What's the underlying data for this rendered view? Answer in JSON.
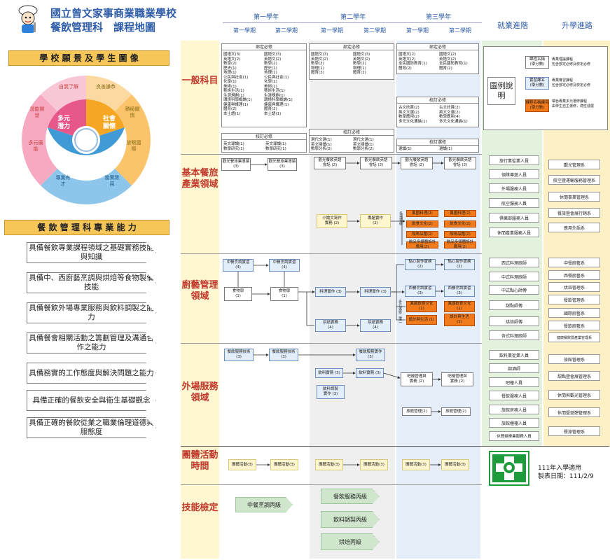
{
  "header": {
    "school": "國立曾文家事商業職業學校",
    "dept": "餐飲管理科　課程地圖",
    "years": [
      "第一學年",
      "第二學年",
      "第三學年"
    ],
    "semesters": [
      "第一學期",
      "第二學期",
      "第一學期",
      "第二學期",
      "第一學期",
      "第二學期"
    ],
    "career": "就業進階",
    "further": "升學進路"
  },
  "vision": {
    "title": "學 校 願 景 及 學 生 圖 像",
    "outer": [
      "自我了解",
      "良善謙恭",
      "積極關懷",
      "放眼國際",
      "務實致用",
      "專業有才",
      "多元展能",
      "潛能開發"
    ],
    "inner": [
      "多元潛力",
      "社會關懷",
      "專業務實"
    ]
  },
  "competency": {
    "title": "餐 飲 管 理 科 專 業 能 力",
    "items": [
      "具備餐飲專業課程領域之基礎實務技能與知識",
      "具備中、西廚藝烹調與烘焙等食物製備技能",
      "具備餐飲外場專業服務與飲料調製之能力",
      "具備餐會相關活動之籌劃管理及溝通合作之能力",
      "具備務實的工作態度與解決問題之能力",
      "具備正確的餐飲安全與衛生基礎觀念",
      "具備正確的餐飲從業之職業倫理道德與服態度"
    ]
  },
  "domains": [
    "一般科目",
    "基本餐旅產業領域",
    "廚藝管理領域",
    "外場服務領域",
    "團體活動時間",
    "技能檢定"
  ],
  "general": {
    "dept_req": "部定必修",
    "school_req": "校訂必修",
    "school_elec": "校訂選修",
    "y1": "國語文(3)\n英語文(2)\n數學(2)\n歷史(1)\n地理(1)\n公民與社會(1)\n化學(1)\n美術(1)\n藝術生活(1)\n生涯規劃(1)\n環境科學概論(1)\n健康與護理(1)\n體育(2)\n本土語(1)",
    "y1b": "國語文(3)\n英語文(2)\n數學(2)\n歷史(1)\n地理(1)\n公民與社會(1)\n化學(1)\n美術(1)\n藝術生活(1)\n生涯規劃(1)\n環境科學概論(1)\n健康與護理(1)\n體育(2)\n本土語(1)",
    "y1s": "英文導讀(1)\n數學研究(1)",
    "y1sb": "英文導讀(1)\n數學研究(1)",
    "y2": "國語文(3)\n英語文(2)\n數學(2)\n物理(1)\n體育(2)",
    "y2b": "國語文(3)\n英語文(2)\n數學(2)\n物理(1)\n體育(2)",
    "y2s": "現代文選(1)\n英文閱讀(1)\n數學分析(2)",
    "y2sb": "現代文選(1)\n英文閱讀(1)\n數學分析(2)",
    "y3": "國語文(2)\n英語文(2)\n全民國防教育(1)\n體育(2)",
    "y3b": "國語文(2)\n英語文(2)\n全民國防教育(1)\n體育(2)",
    "y3s": "古文欣賞(2)\n英文文選(2)\n數學應用(2)\n多元文化通論(1)",
    "y3sb": "古文欣賞(2)\n英文文選(2)\n數學應用(4)\n多元文化通論(1)",
    "y3e": "選讀(1)",
    "y3eb": "選讀(1)"
  },
  "legend": {
    "title": "圖例說明",
    "l1": "課程名稱\n(學分數)",
    "d1": "專業理論課程\n包含部定必修及校定必修",
    "l2": "實習課名\n(學分數)",
    "d2": "專業實習課程\n包含部定必修及校定必修",
    "l3": "課程名稱課名\n(學分數)",
    "d3": "橘色專業多元選修課程\n由學生自主選修，適性發展"
  },
  "basic": {
    "c1": "觀光餐旅業導論\n(3)",
    "c2": "觀光餐旅業導論\n(3)",
    "c3": "觀光餐飲英語\n會話 (2)",
    "c4": "觀光餐飲英語\n會話 (2)",
    "c5": "觀光餐飲英語\n會話 (2)",
    "c6": "觀光餐飲英語\n會話 (2)",
    "c7": "小論文寫作\n實務 (2)",
    "c8": "專題實作\n(2)",
    "vlabel": "多元選修",
    "o1": "異國料理(2)",
    "o2": "異國料理(2)",
    "o3": "飲食文化(2)",
    "o4": "飲食文化(2)",
    "o5": "咖啡品鑑(2)",
    "o6": "咖啡品鑑(2)",
    "o7": "飲品多媒體設計應用(2)",
    "o8": "飲品多媒體設計應用(2)"
  },
  "kitchen": {
    "k1": "中餐烹調實習\n(4)",
    "k2": "中餐烹調實習\n(4)",
    "k3": "食物學\n(1)",
    "k4": "食物學\n(1)",
    "k5": "點心製作實務\n(2)",
    "k6": "點心製作實務\n(2)",
    "k7": "料理實作 (3)",
    "k8": "料理實作 (3)",
    "k9": "西餐烹調實習\n(3)",
    "k10": "西餐烹調實習\n(3)",
    "k11": "異國飲食文化\n(1)",
    "k12": "異國飲食文化\n(1)",
    "k13": "設計與生活 (1)",
    "k14": "設計與生活\n(1)",
    "k15": "烘焙實務\n(4)",
    "k16": "烘焙實務\n(4)",
    "vlabel": "多元選修二選一"
  },
  "service": {
    "s1": "餐飲服務技術\n(3)",
    "s2": "餐飲服務技術\n(3)",
    "s3": "餐飲服務實作\n(3)",
    "s4": "飲料實務 (3)",
    "s5": "飲料實務 (3)",
    "s6": "飲料調製\n實作 (3)",
    "s7": "吧檯管理與\n實務 (2)",
    "s8": "吧檯管理與\n實務 (2)",
    "s9": "旅館管理(2)",
    "s10": "旅館管理(2)"
  },
  "activity": {
    "label": "團體活動(3)"
  },
  "skills": [
    "中餐烹調丙級",
    "餐飲服務丙級",
    "飲料調製丙級",
    "烘焙丙級"
  ],
  "jobs1": [
    "旅行業從業人員",
    "領隊導遊人員",
    "外場服務人員",
    "航空服務人員",
    "俱樂部服務人員",
    "休閒產業服務人員"
  ],
  "adv1": [
    "觀光管理系",
    "航空暨運輸服務管理系",
    "休閒事業管理系",
    "餐旅暨會展行銷系",
    "應用外語系"
  ],
  "jobs2": [
    "西式料理廚師",
    "中式料理廚師",
    "中式點心師傅",
    "甜點師傅",
    "烘焙師傅",
    "各式料理廚師"
  ],
  "adv2": [
    "中餐廚藝系",
    "西餐廚藝系",
    "烘焙管理系",
    "餐飲管理系",
    "國際廚藝系",
    "餐飲廚藝系",
    "健康餐飲暨產業管理系"
  ],
  "jobs3": [
    "飲料業從業人員",
    "調酒師",
    "吧檯人員",
    "餐飲服務人員",
    "旅館房務人員",
    "旅館櫃檯人員",
    "休閒娛樂業服務人員"
  ],
  "adv3": [
    "旅館管理系",
    "甜點暨會展管理系",
    "休閒與觀光管理系",
    "休閒暨遊憩管理系",
    "餐旅管理系"
  ],
  "footer": {
    "year": "111年入學適用",
    "date": "製表日期：111/2/9"
  },
  "colors": {
    "title": "#2f5da8",
    "domain": "#c0392b",
    "band": "#fde9a8",
    "orange": "#f27a1a"
  }
}
